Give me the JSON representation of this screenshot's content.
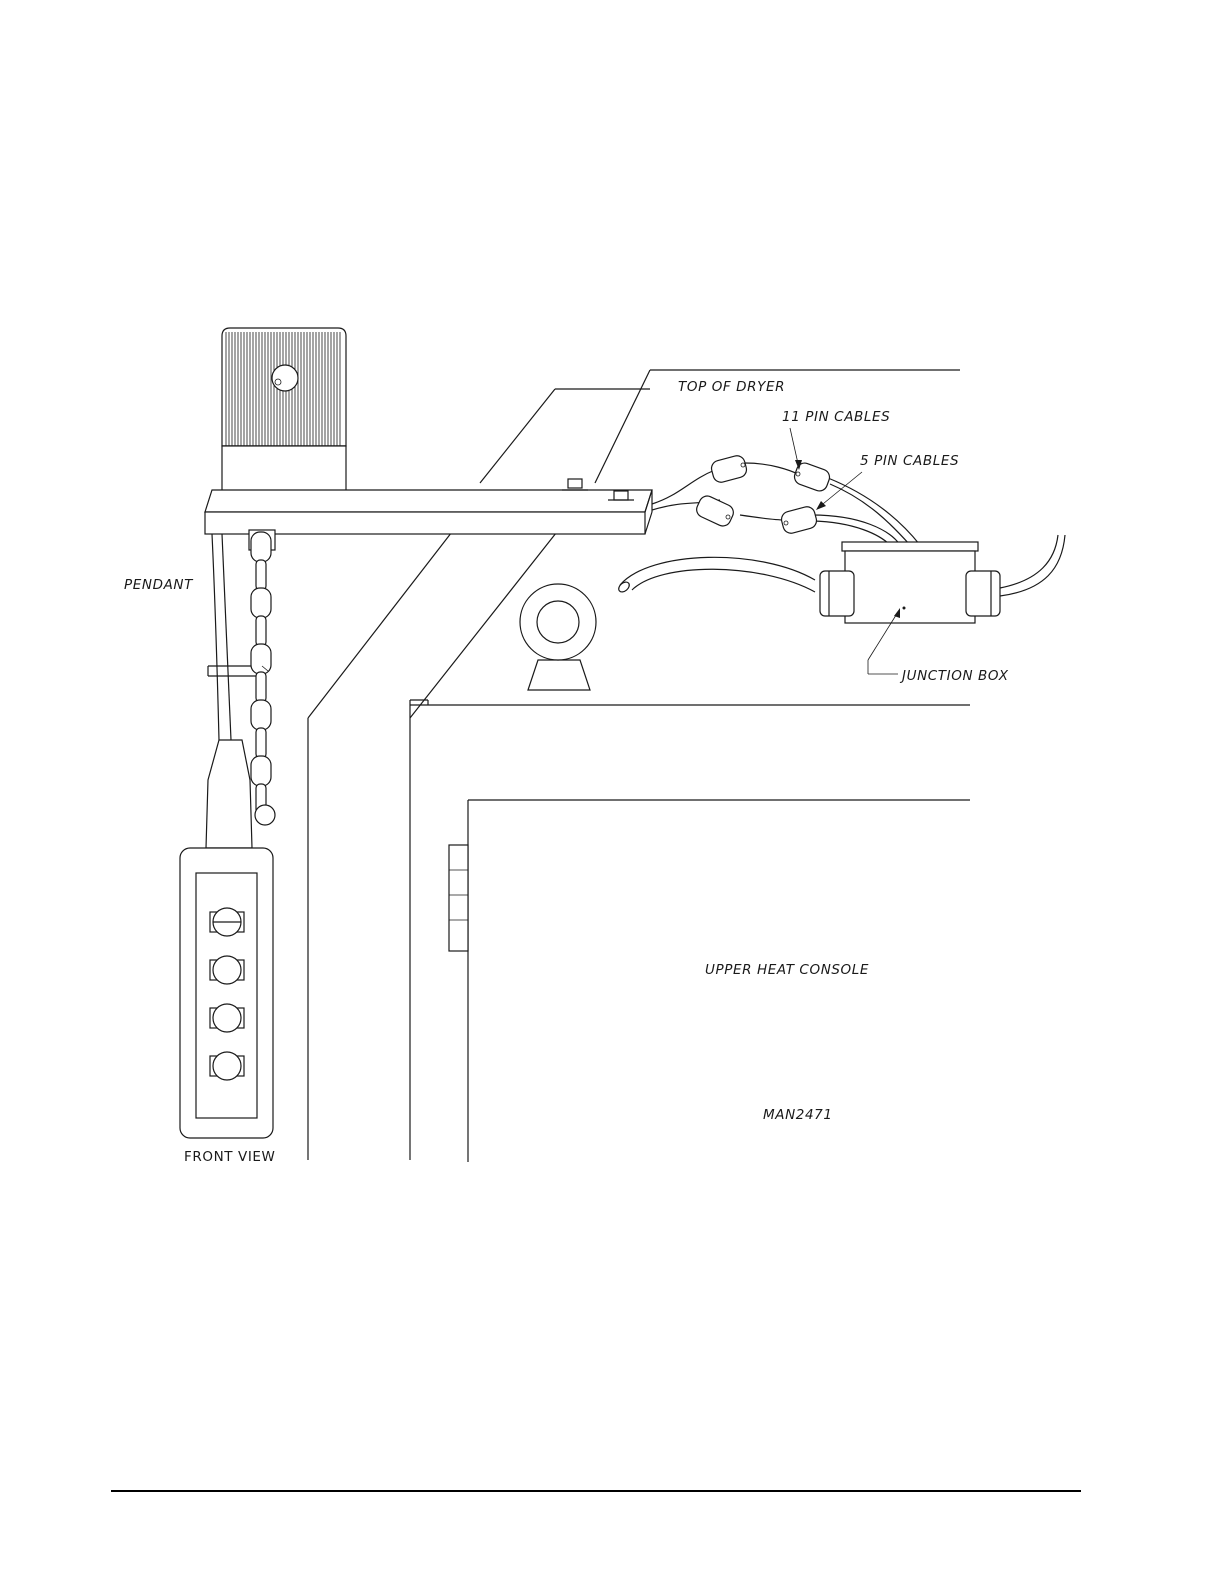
{
  "figure_id": "MAN2471",
  "labels": {
    "top_of_dryer": "TOP OF DRYER",
    "pin11_cables": "11 PIN CABLES",
    "pin5_cables": "5 PIN CABLES",
    "pendant": "PENDANT",
    "junction_box": "JUNCTION BOX",
    "upper_heat_console": "UPPER HEAT CONSOLE",
    "front_view": "FRONT VIEW"
  }
}
